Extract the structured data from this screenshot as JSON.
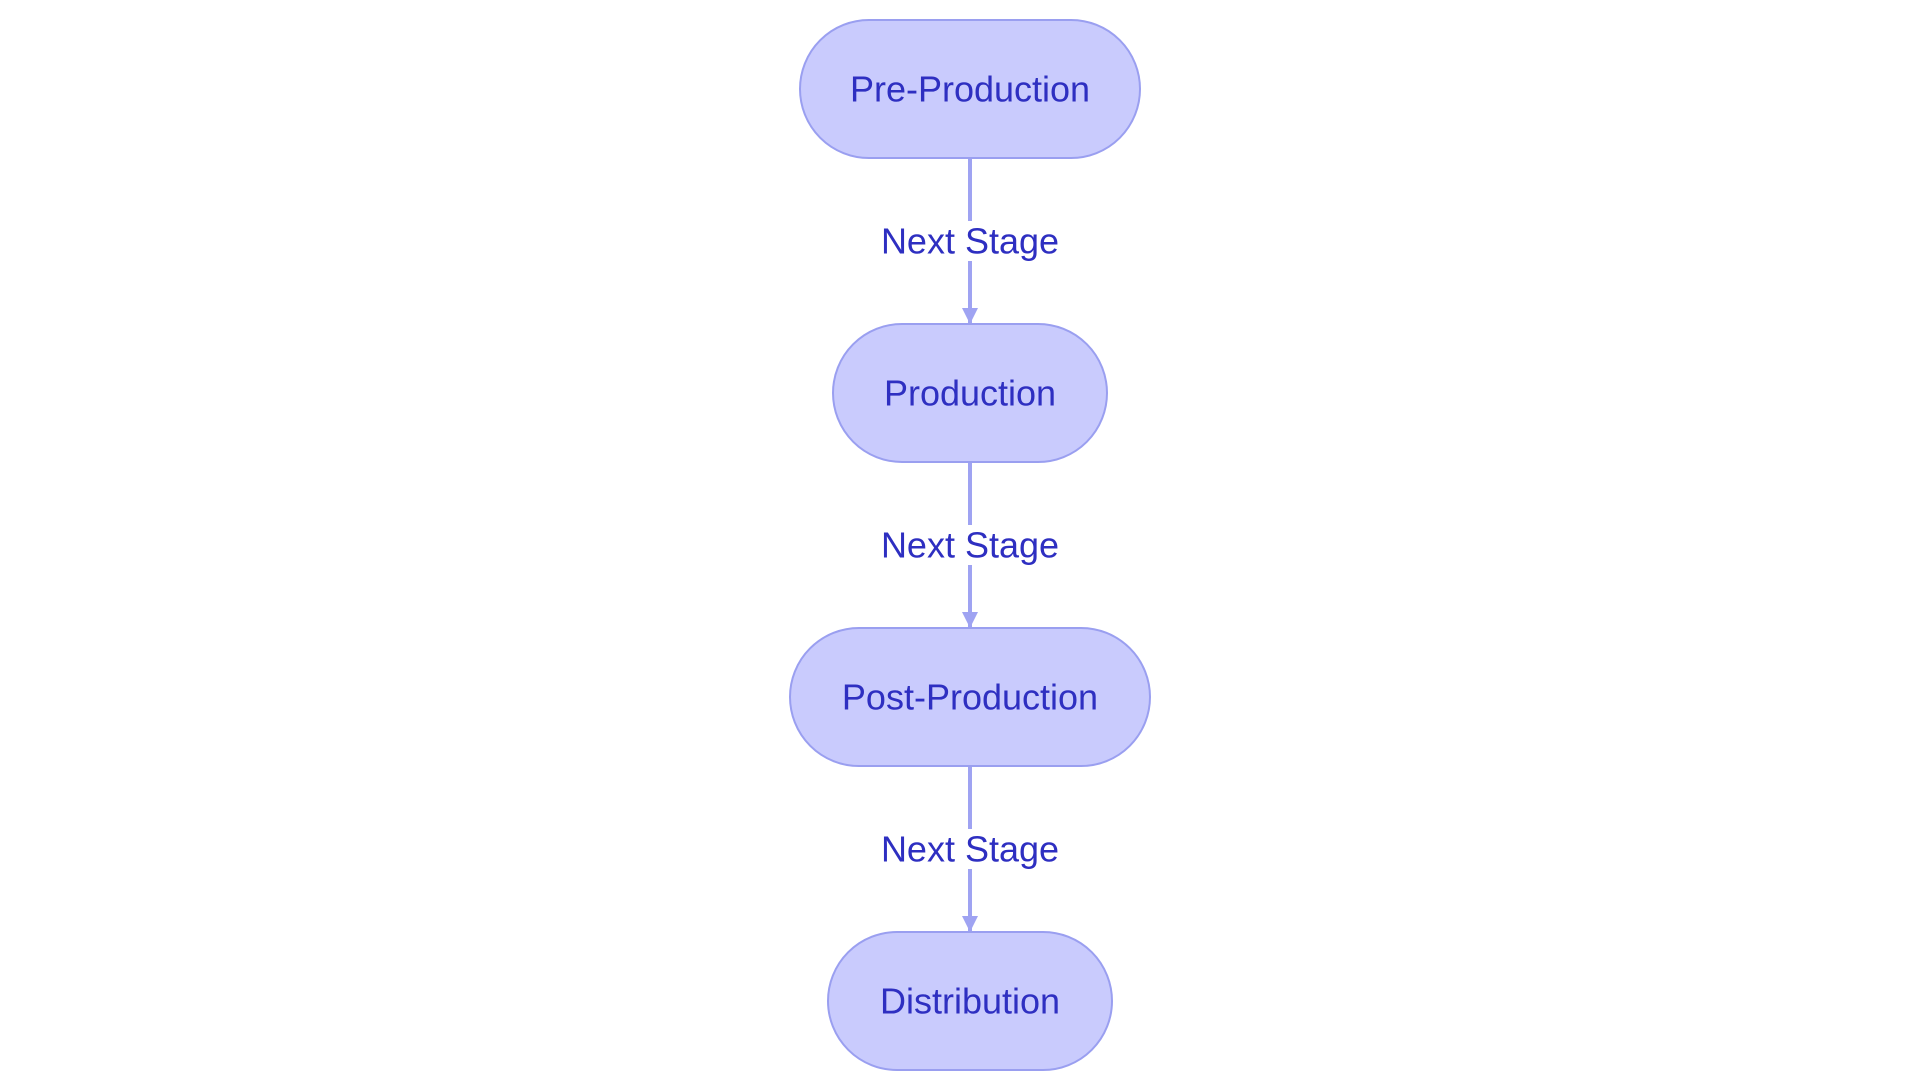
{
  "colors": {
    "node_fill": "#c9cbfd",
    "node_stroke": "#9a9ff0",
    "text": "#2e2fc1",
    "edge": "#9fa3f2",
    "background": "#ffffff"
  },
  "diagram": {
    "nodes": [
      {
        "id": "pre-production",
        "label": "Pre-Production"
      },
      {
        "id": "production",
        "label": "Production"
      },
      {
        "id": "post-production",
        "label": "Post-Production"
      },
      {
        "id": "distribution",
        "label": "Distribution"
      }
    ],
    "edges": [
      {
        "from": "pre-production",
        "to": "production",
        "label": "Next Stage"
      },
      {
        "from": "production",
        "to": "post-production",
        "label": "Next Stage"
      },
      {
        "from": "post-production",
        "to": "distribution",
        "label": "Next Stage"
      }
    ]
  }
}
